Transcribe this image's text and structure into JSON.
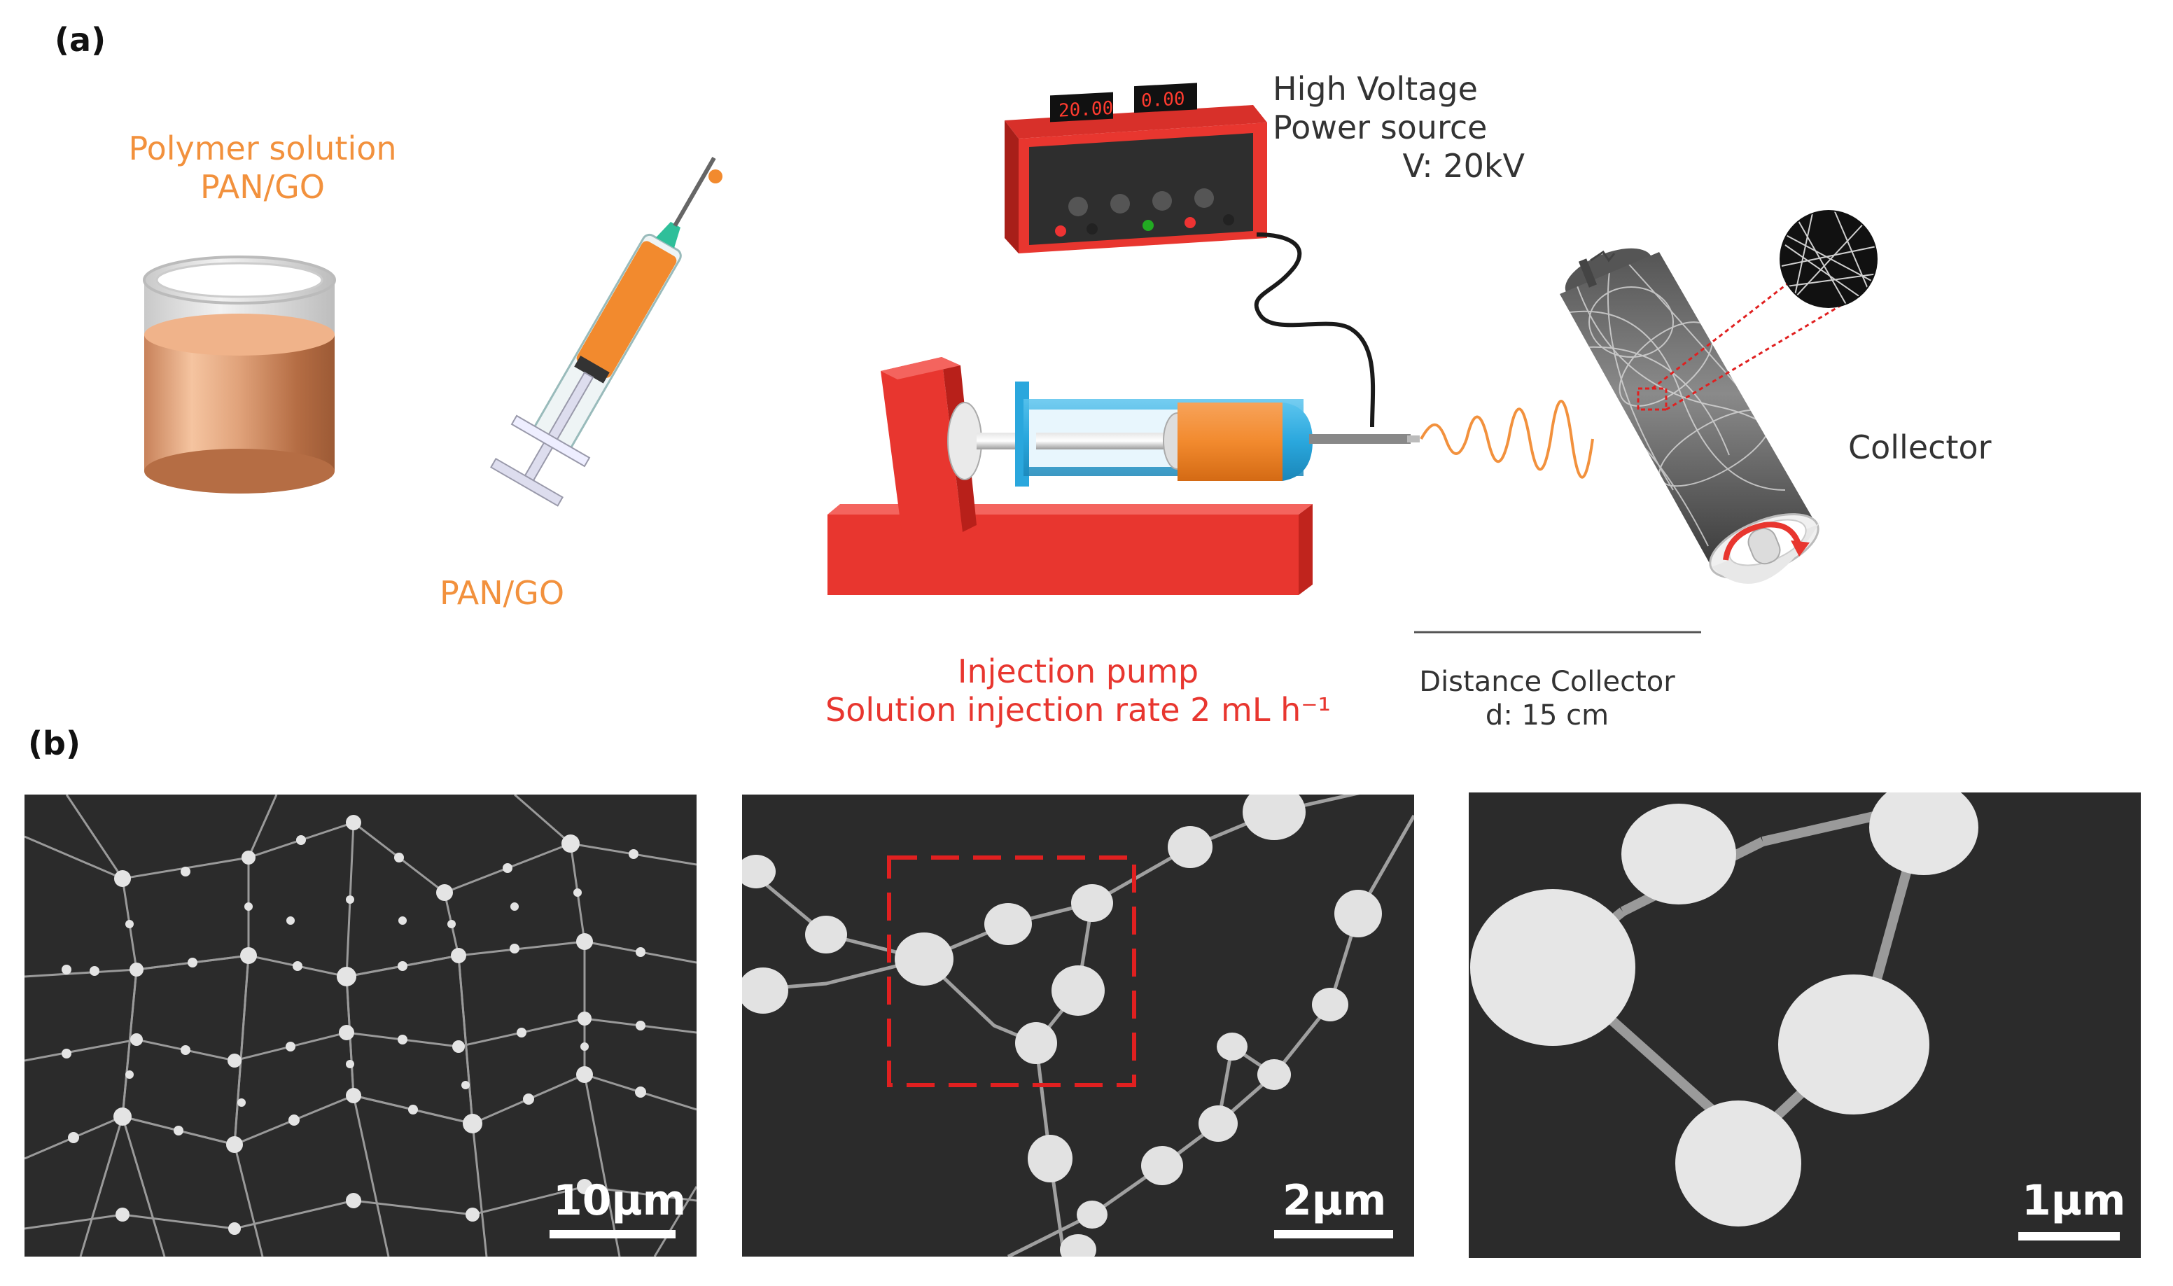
{
  "panel_a": {
    "label": "(a)",
    "polymer_solution_line1": "Polymer solution",
    "polymer_solution_line2": "PAN/GO",
    "syringe_label": "PAN/GO",
    "power_line1": "High Voltage",
    "power_line2": "Power source",
    "power_line3": "V: 20kV",
    "display_left": "20.00",
    "display_right": "0.00",
    "collector_label": "Collector",
    "pump_line1": "Injection pump",
    "pump_line2": "Solution injection rate 2 mL h⁻¹",
    "distance_line1": "Distance Collector",
    "distance_line2": "d: 15 cm"
  },
  "panel_b": {
    "label": "(b)",
    "scale_1": "10µm",
    "scale_2": "2µm",
    "scale_3": "1µm"
  },
  "colors": {
    "solution_orange": "#f2913d",
    "pump_red": "#e8362f",
    "syringe_blue": "#2aa7dd",
    "sem_background": "#2b2b2b",
    "highlight_box": "#e02020"
  }
}
